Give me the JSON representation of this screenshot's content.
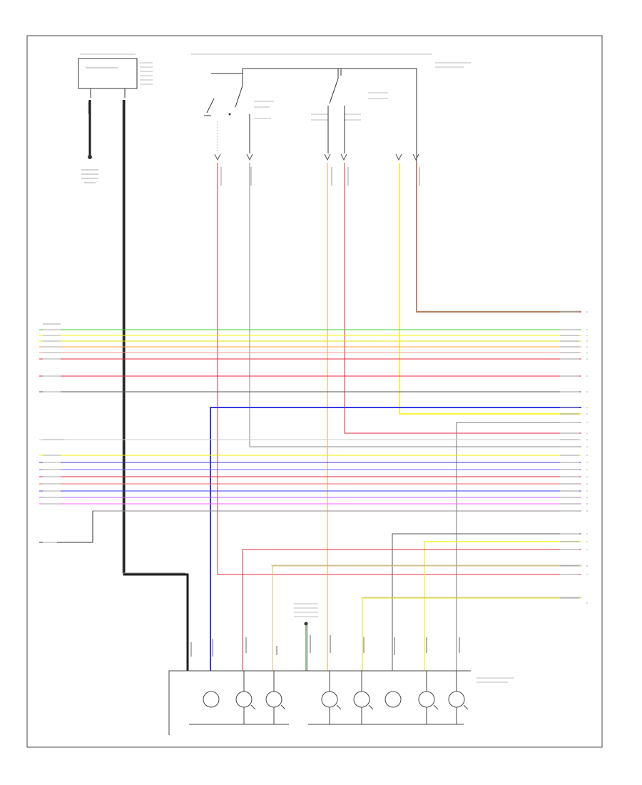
{
  "page": {
    "id": "",
    "background": "#ffffff"
  },
  "colors": {
    "black": "#1e1e1e",
    "gray": "#8a8a8a",
    "red": "#e8283c",
    "green": "#3ccc3c",
    "yellow": "#f2f200",
    "orange": "#f5a04a",
    "blue": "#3a3ae8",
    "violet": "#c060ff",
    "pink": "#ff60ff",
    "brown": "#b06030"
  },
  "components": {
    "control_module": {
      "label": ""
    },
    "ground_symbol": {
      "label": ""
    },
    "main_switch": {
      "label": ""
    },
    "selector_switch": {
      "label": ""
    },
    "top_harness": {
      "label": ""
    },
    "bottom_module": {
      "label": ""
    },
    "ground_point": {
      "label": ""
    }
  },
  "harness_rows": [
    {
      "color": "green"
    },
    {
      "color": "yellow"
    },
    {
      "color": "yellow"
    },
    {
      "color": "orange"
    },
    {
      "color": "pink"
    },
    {
      "color": "red"
    },
    {
      "color": "red"
    },
    {
      "color": "black"
    },
    {
      "color": "black"
    },
    {
      "color": "yellow"
    },
    {
      "color": "blue"
    },
    {
      "color": "blue"
    },
    {
      "color": "red"
    },
    {
      "color": "blue"
    },
    {
      "color": "violet"
    },
    {
      "color": "pink"
    }
  ],
  "labels": []
}
